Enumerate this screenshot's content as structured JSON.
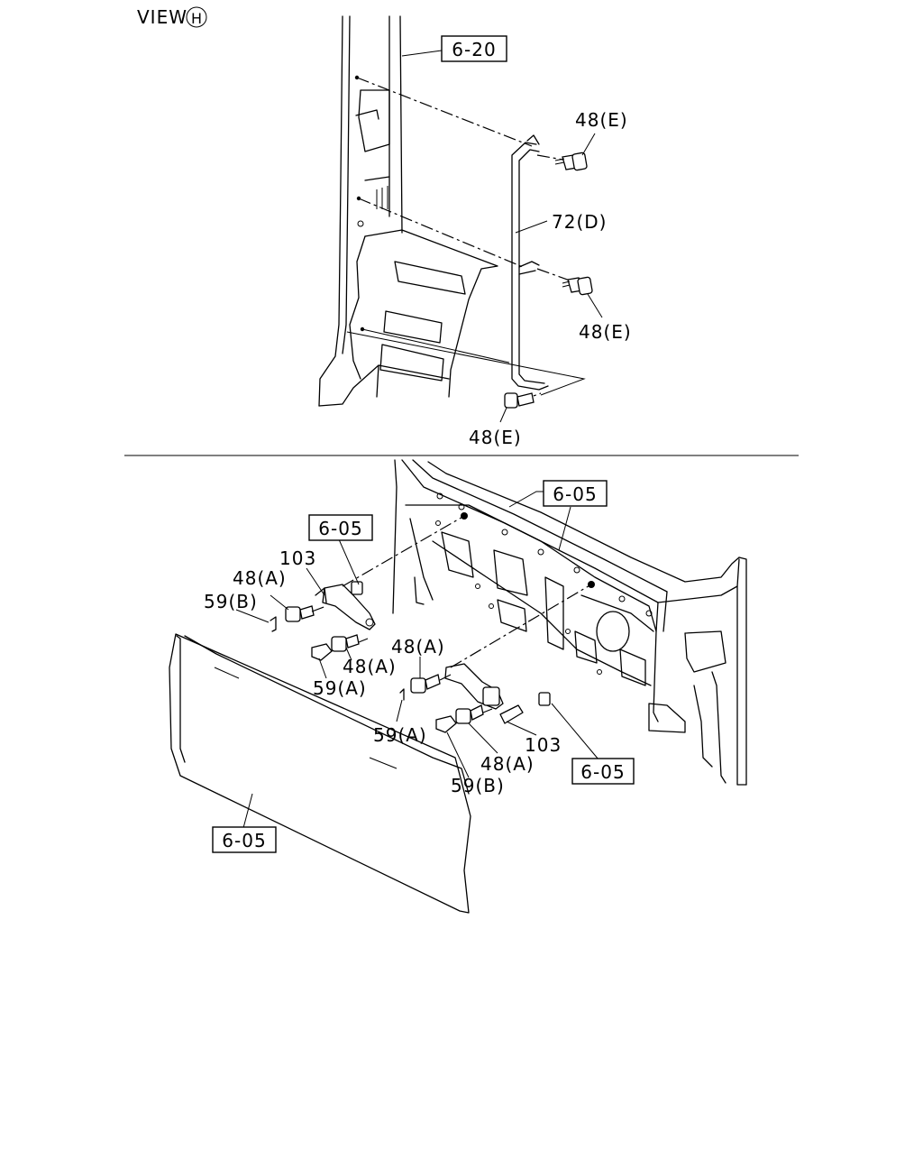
{
  "view": {
    "label": "VIEW",
    "mark": "H"
  },
  "refs": {
    "r620": "6-20",
    "r605_top": "6-05",
    "r605_left": "6-05",
    "r605_right": "6-05",
    "r605_bottom": "6-05"
  },
  "parts": {
    "p48e_1": "48(E)",
    "p72d": "72(D)",
    "p48e_2": "48(E)",
    "p48e_3": "48(E)",
    "p103_l": "103",
    "p48a_l1": "48(A)",
    "p59b_l": "59(B)",
    "p48a_l2": "48(A)",
    "p59a_l": "59(A)",
    "p48a_r1": "48(A)",
    "p59a_r": "59(A)",
    "p103_r": "103",
    "p48a_r2": "48(A)",
    "p59b_r": "59(B)"
  }
}
